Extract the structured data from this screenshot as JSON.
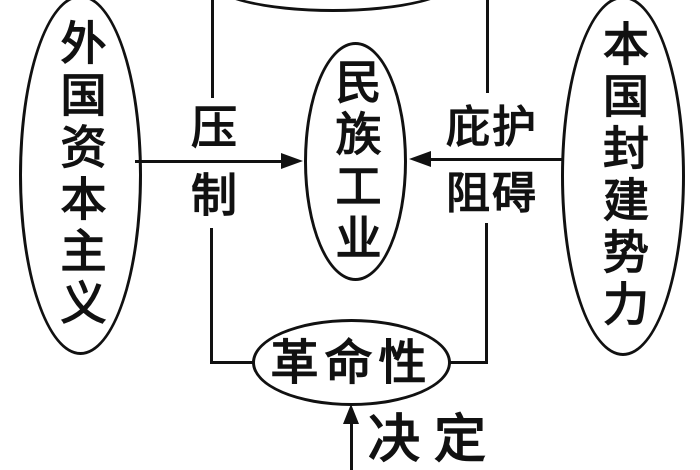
{
  "diagram": {
    "background_color": "#ffffff",
    "stroke_color": "#111111",
    "description": "Concept diagram: national industry squeezed between foreign capitalism and domestic feudal forces, which determines its revolutionary nature",
    "nodes": {
      "foreign_capitalism": "外国资本主义",
      "national_industry": "民族工业",
      "domestic_feudal_forces": "本国封建势力",
      "revolutionary_nature": "革命性"
    },
    "edge_labels": {
      "suppress": "压制",
      "shelter": "庇护",
      "obstruct": "阻碍",
      "determine": "决定"
    }
  }
}
